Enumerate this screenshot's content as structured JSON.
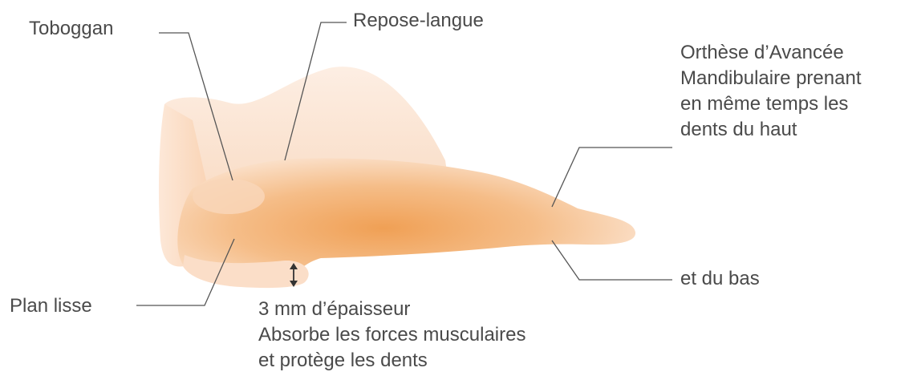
{
  "labels": {
    "toboggan": "Toboggan",
    "repose_langue": "Repose-langue",
    "plan_lisse": "Plan lisse",
    "oam": [
      "Orthèse d’Avancée",
      "Mandibulaire prenant",
      "en même temps les",
      "dents du haut"
    ],
    "bas": "et du bas",
    "epaisseur": [
      "3 mm d’épaisseur",
      "Absorbe les forces musculaires",
      "et protège les dents"
    ]
  },
  "colors": {
    "text": "#4a4a4a",
    "leader": "#555555",
    "device_light": "#fbe3d0",
    "device_mid": "#f6c59b",
    "device_deep": "#f1a35c"
  }
}
